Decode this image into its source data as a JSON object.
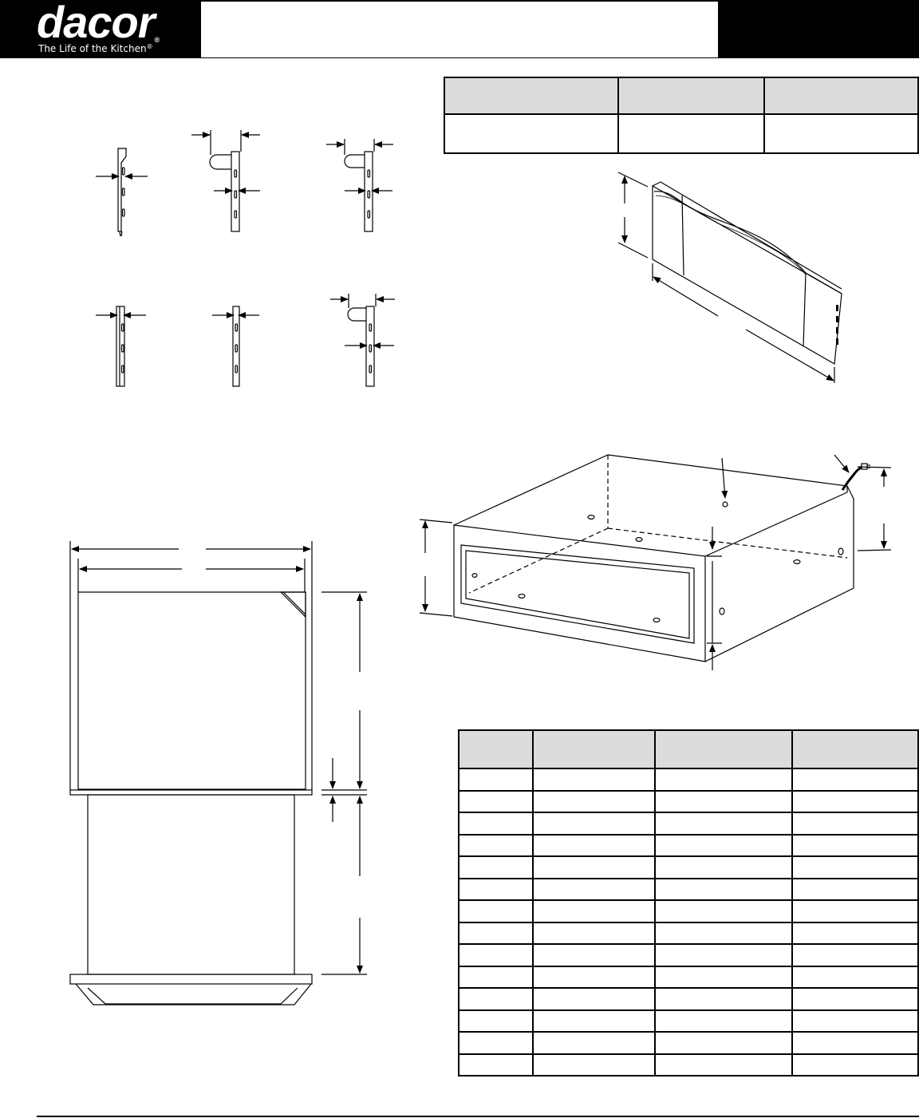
{
  "header": {
    "brand": "dacor",
    "tagline": "The Life of the Kitchen",
    "registered_mark": "®",
    "colors": {
      "bar": "#000000",
      "table_header": "#dcdcdc"
    }
  },
  "spec_table": {
    "columns": 3,
    "header_cells": [
      "",
      "",
      ""
    ],
    "rows": [
      [
        "",
        "",
        ""
      ]
    ]
  },
  "dimension_table": {
    "columns": 4,
    "header_cells": [
      "",
      "",
      "",
      ""
    ],
    "row_count": 14
  },
  "icons": {
    "logo": "dacor-logo",
    "power_cord": "plug-icon"
  }
}
